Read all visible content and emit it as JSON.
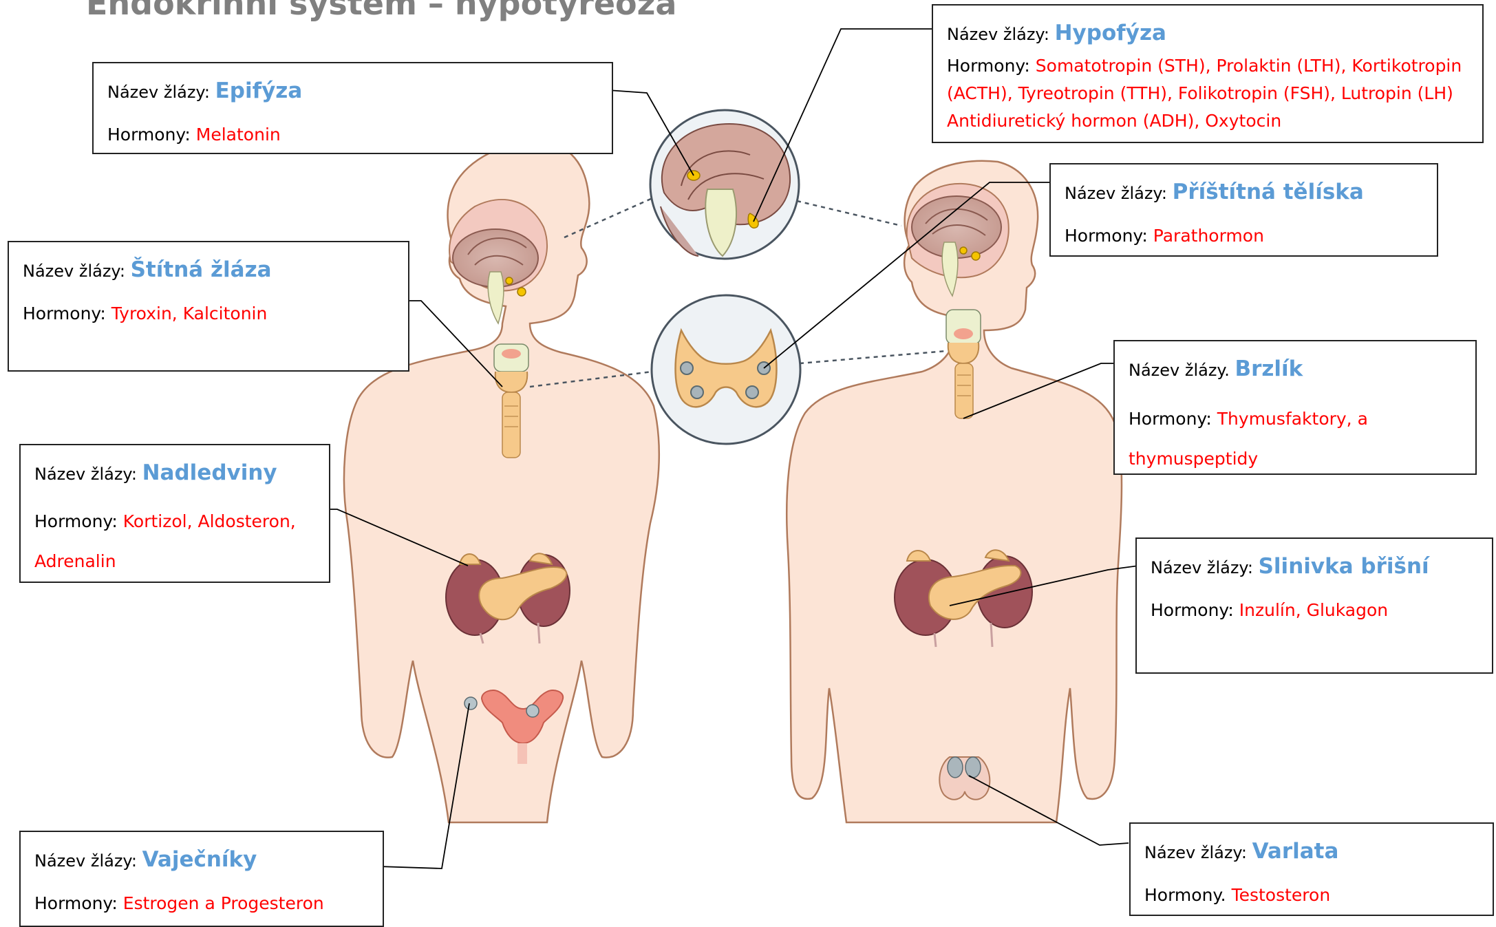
{
  "title": "Endokrinní systém – hypotyreóza",
  "glands": {
    "epifyza": {
      "name_label": "Název žlázy: ",
      "name": "Epifýza",
      "hormone_label": "Hormony: ",
      "hormones": "Melatonin"
    },
    "hypofyza": {
      "name_label": "Název žlázy: ",
      "name": "Hypofýza",
      "hormone_label": "Hormony: ",
      "hormones": "Somatotropin (STH), Prolaktin (LTH), Kortikotropin (ACTH), Tyreotropin (TTH), Folikotropin (FSH), Lutropin (LH) Antidiuretický hormon (ADH), Oxytocin"
    },
    "pristitna": {
      "name_label": "Název žlázy: ",
      "name": "Příštítná tělíska",
      "hormone_label": "Hormony: ",
      "hormones": "Parathormon"
    },
    "stitna": {
      "name_label": "Název žlázy: ",
      "name": "Štítná žláza",
      "hormone_label": "Hormony: ",
      "hormones": "Tyroxin, Kalcitonin"
    },
    "brzlik": {
      "name_label": "Název žlázy. ",
      "name": "Brzlík",
      "hormone_label": "Hormony: ",
      "hormones": "Thymusfaktory, a thymuspeptidy"
    },
    "nadledviny": {
      "name_label": "Název žlázy: ",
      "name": "Nadledviny",
      "hormone_label": "Hormony: ",
      "hormones": "Kortizol, Aldosteron, Adrenalin"
    },
    "slinivka": {
      "name_label": "Název žlázy: ",
      "name": "Slinivka břišní",
      "hormone_label": "Hormony: ",
      "hormones": "Inzulín, Glukagon"
    },
    "vajecniky": {
      "name_label": "Název žlázy: ",
      "name": "Vaječníky",
      "hormone_label": "Hormony: ",
      "hormones": "Estrogen a Progesteron"
    },
    "varlata": {
      "name_label": "Název žlázy: ",
      "name": "Varlata",
      "hormone_label": "Hormony. ",
      "hormones": "Testosteron"
    }
  },
  "colors": {
    "gland_name": "#5b9bd5",
    "hormones": "#ff0000",
    "skin": "#fce4d6",
    "skin_outline": "#b07a5c",
    "gland_yellow": "#f6c98a",
    "kidney": "#a0525a"
  }
}
